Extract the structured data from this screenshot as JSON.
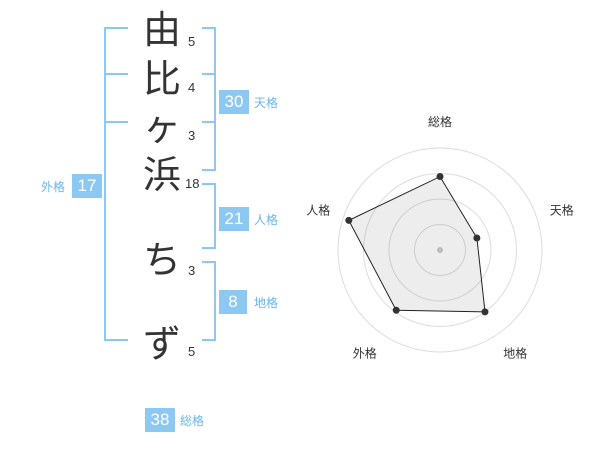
{
  "name": {
    "chars": [
      "由",
      "比",
      "ヶ",
      "浜",
      "ち",
      "ず"
    ],
    "strokes": [
      "5",
      "4",
      "3",
      "18",
      "3",
      "5"
    ]
  },
  "fortune": {
    "gaikaku": {
      "value": "17",
      "label": "外格"
    },
    "tenkaku": {
      "value": "30",
      "label": "天格"
    },
    "jinkaku": {
      "value": "21",
      "label": "人格"
    },
    "chikaku": {
      "value": "8",
      "label": "地格"
    },
    "soukaku": {
      "value": "38",
      "label": "総格"
    }
  },
  "colors": {
    "accent": "#8cc8f2",
    "label": "#6ab4ec",
    "bracket": "#8cc8f2"
  },
  "chart_data": {
    "type": "radar",
    "axes": [
      "総格",
      "天格",
      "地格",
      "外格",
      "人格"
    ],
    "values": [
      0.72,
      0.38,
      0.75,
      0.73,
      0.94
    ],
    "rings": 4,
    "range": [
      0,
      1
    ]
  }
}
